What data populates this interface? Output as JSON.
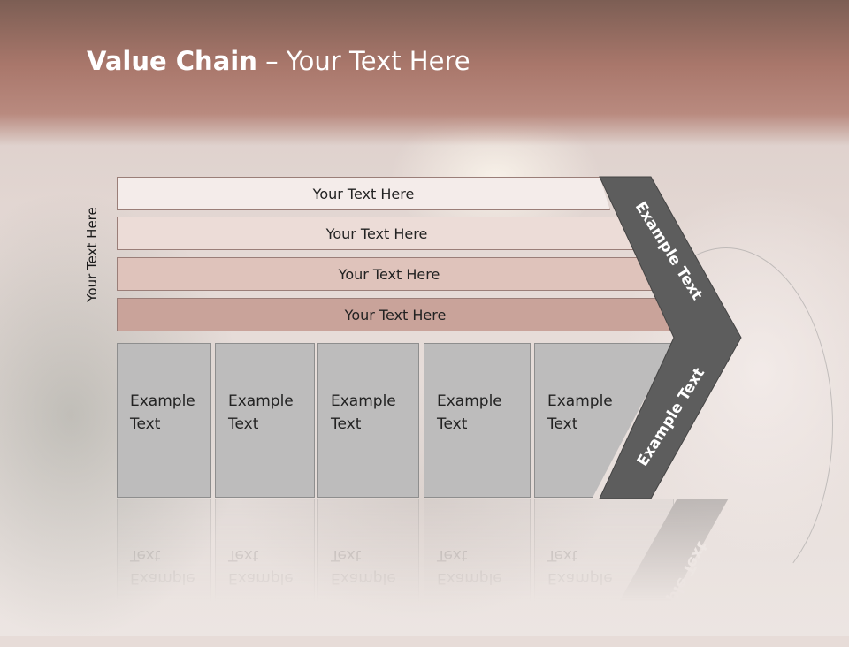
{
  "slide": {
    "title_bold": "Value Chain",
    "title_rest": " – Your Text Here",
    "vertical_label": "Your Text Here"
  },
  "bars": [
    {
      "label": "Your Text Here"
    },
    {
      "label": "Your Text Here"
    },
    {
      "label": "Your Text Here"
    },
    {
      "label": "Your Text Here"
    }
  ],
  "boxes": [
    {
      "line1": "Example",
      "line2": "Text"
    },
    {
      "line1": "Example",
      "line2": "Text"
    },
    {
      "line1": "Example",
      "line2": "Text"
    },
    {
      "line1": "Example",
      "line2": "Text"
    },
    {
      "line1": "Example",
      "line2": "Text"
    }
  ],
  "chevron": {
    "upper_label": "Example Text",
    "lower_label": "Example Text",
    "color": "#5d5d5d"
  },
  "colors": {
    "title_band": "#a9776b",
    "bar_fills": [
      "#f4ecea",
      "#ecdcd7",
      "#dfc3bb",
      "#c9a39a"
    ],
    "box_fill": "#bdbcbc"
  }
}
